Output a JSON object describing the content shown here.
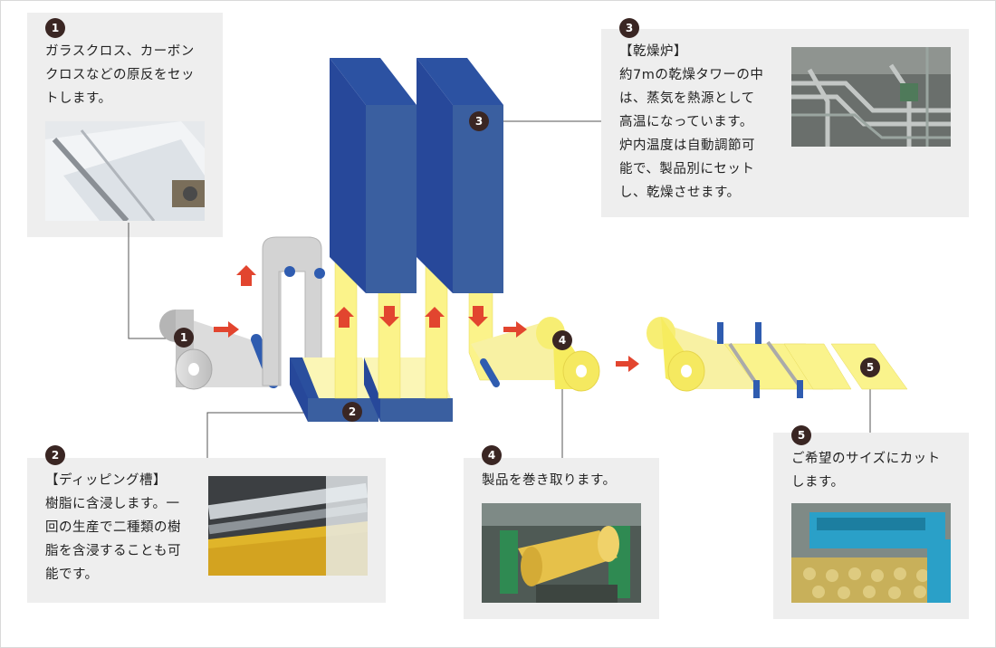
{
  "steps": [
    {
      "number": "1",
      "title": "",
      "text": "ガラスクロス、カーボン\nクロスなどの原反をセッ\nトします。"
    },
    {
      "number": "2",
      "title": "【ディッピング槽】",
      "text": "樹脂に含浸します。一\n回の生産で二種類の樹\n脂を含浸することも可\n能です。"
    },
    {
      "number": "3",
      "title": "【乾燥炉】",
      "text": "約7mの乾燥タワーの中\nは、蒸気を熱源として\n高温になっています。\n炉内温度は自動調節可\n能で、製品別にセット\nし、乾燥させます。"
    },
    {
      "number": "4",
      "title": "",
      "text": "製品を巻き取ります。"
    },
    {
      "number": "5",
      "title": "",
      "text": "ご希望のサイズにカット\nします。"
    }
  ],
  "colors": {
    "panel": "#eeeeee",
    "badge": "#3a2623",
    "tower_front": "#3a5fa0",
    "tower_side": "#27489a",
    "resin_yellow": "#fbf38a",
    "arrow_red": "#e2452f",
    "roll_gray": "#c7c7c7"
  }
}
